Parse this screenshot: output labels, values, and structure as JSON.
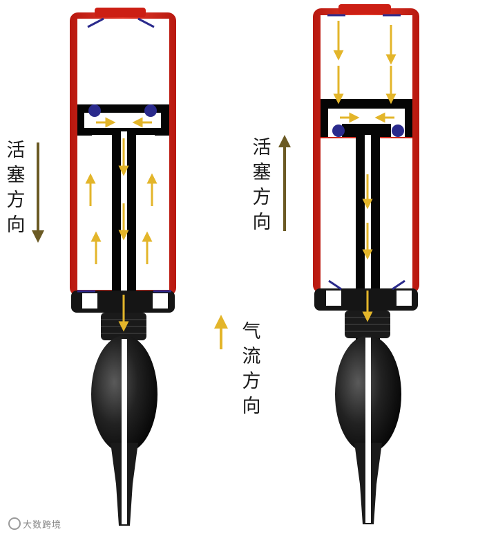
{
  "labels": {
    "piston_direction_left": "活塞方向",
    "piston_direction_right": "活塞方向",
    "airflow_direction": "气流方向"
  },
  "watermark": "大数跨境",
  "colors": {
    "body_red": "#d42b1e",
    "airflow_arrow": "#e3b52a",
    "direction_arrow": "#6b5a24",
    "valve_ball": "#2a2a8c",
    "valve_flap": "#2a2a8c",
    "frame_black": "#050505"
  },
  "panels": [
    {
      "name": "piston-moving-down",
      "piston_direction": "down"
    },
    {
      "name": "piston-moving-up",
      "piston_direction": "up"
    }
  ]
}
